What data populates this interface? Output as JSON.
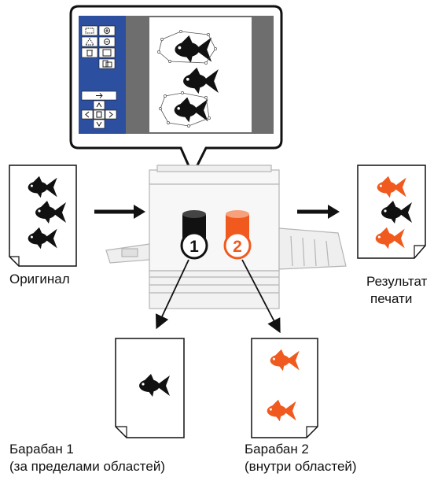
{
  "labels": {
    "original": "Оригинал",
    "result_line1": "Результат",
    "result_line2": "печати",
    "drum1_line1": "Барабан 1",
    "drum1_line2": "(за пределами областей)",
    "drum2_line1": "Барабан 2",
    "drum2_line2": "(внутри областей)"
  },
  "drums": [
    {
      "number": "1",
      "color": "#111111"
    },
    {
      "number": "2",
      "color": "#f05a1e"
    }
  ],
  "colors": {
    "panel_blue": "#2d4f9f",
    "panel_gray": "#6e6e6e",
    "accent_orange": "#f05a1e",
    "fish_black": "#111111"
  },
  "panel_icons": [
    "rectangle-select-icon",
    "zoom-in-icon",
    "polygon-select-icon",
    "zoom-out-icon",
    "delete-icon",
    "fit-page-icon",
    "rotate-icon",
    "exit-icon",
    "arrow-up-icon",
    "arrow-left-icon",
    "center-icon",
    "arrow-right-icon",
    "arrow-down-icon"
  ]
}
